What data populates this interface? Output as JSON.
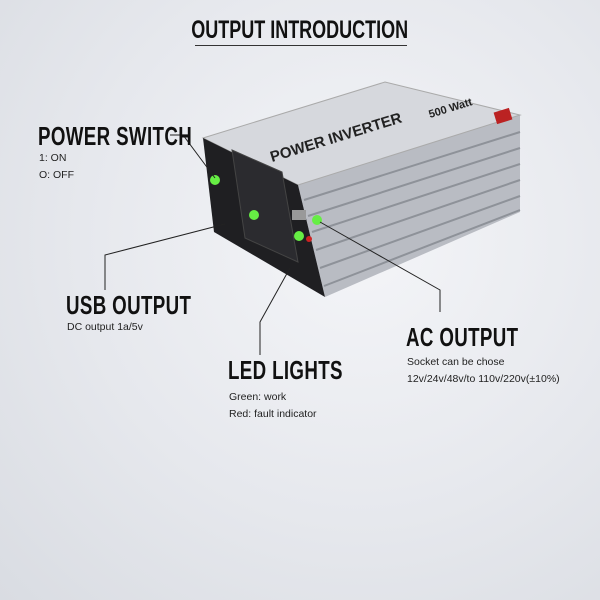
{
  "title": "OUTPUT INTRODUCTION",
  "product": {
    "label": "POWER INVERTER",
    "rating": "500 Watt"
  },
  "callouts": {
    "power_switch": {
      "heading": "POWER SWITCH",
      "lines": [
        "1: ON",
        "O: OFF"
      ]
    },
    "usb_output": {
      "heading": "USB OUTPUT",
      "lines": [
        "DC output 1a/5v"
      ]
    },
    "led_lights": {
      "heading": "LED LIGHTS",
      "lines": [
        "Green: work",
        "Red: fault indicator"
      ]
    },
    "ac_output": {
      "heading": "AC OUTPUT",
      "lines": [
        "Socket can be chose",
        "12v/24v/48v/to 110v/220v(±10%)"
      ]
    }
  },
  "colors": {
    "indicator": "#66ee44",
    "fault": "#cc2222",
    "body": "#c9ccd2"
  }
}
